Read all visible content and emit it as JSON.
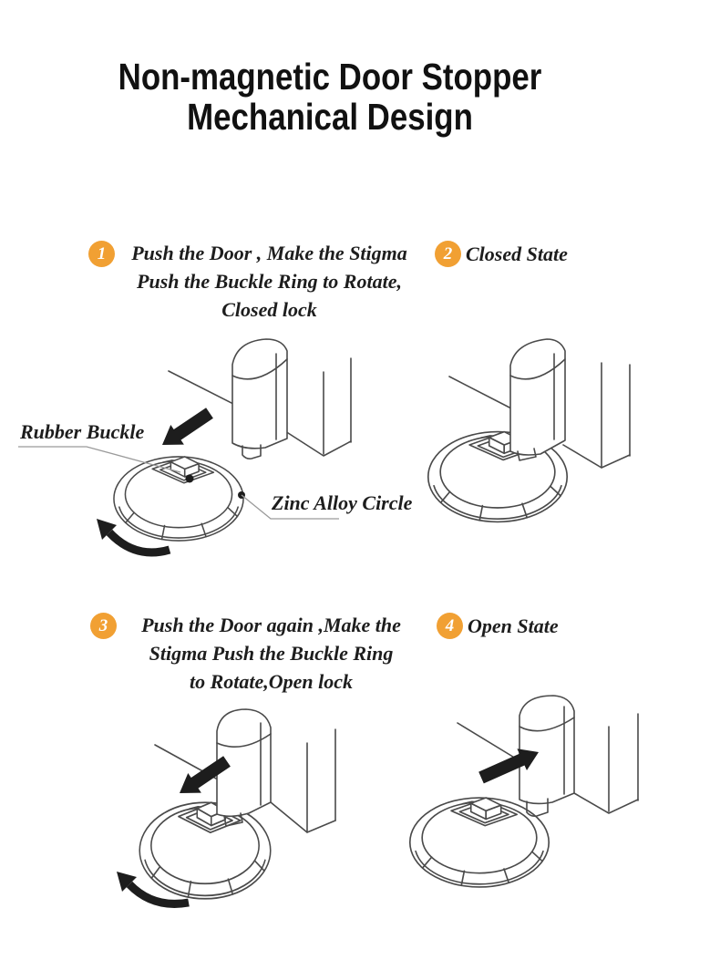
{
  "title": {
    "line1": "Non-magnetic Door Stopper",
    "line2": "Mechanical Design"
  },
  "steps": [
    {
      "number": "1",
      "text": "Push the Door , Make the Stigma\nPush the Buckle Ring to Rotate,\nClosed lock"
    },
    {
      "number": "2",
      "text": "Closed State"
    },
    {
      "number": "3",
      "text": "Push the Door again ,Make the\nStigma Push the Buckle Ring\nto Rotate,Open lock"
    },
    {
      "number": "4",
      "text": "Open State"
    }
  ],
  "labels": {
    "rubber_buckle": "Rubber Buckle",
    "zinc_alloy_circle": "Zinc Alloy Circle"
  },
  "colors": {
    "background": "#ffffff",
    "badge_orange": "#F1A033",
    "line_art_gray": "#4a4a4a",
    "arrow_black": "#1d1d1d",
    "leader_gray": "#9a9a9a",
    "text_black": "#1d1d1d"
  }
}
